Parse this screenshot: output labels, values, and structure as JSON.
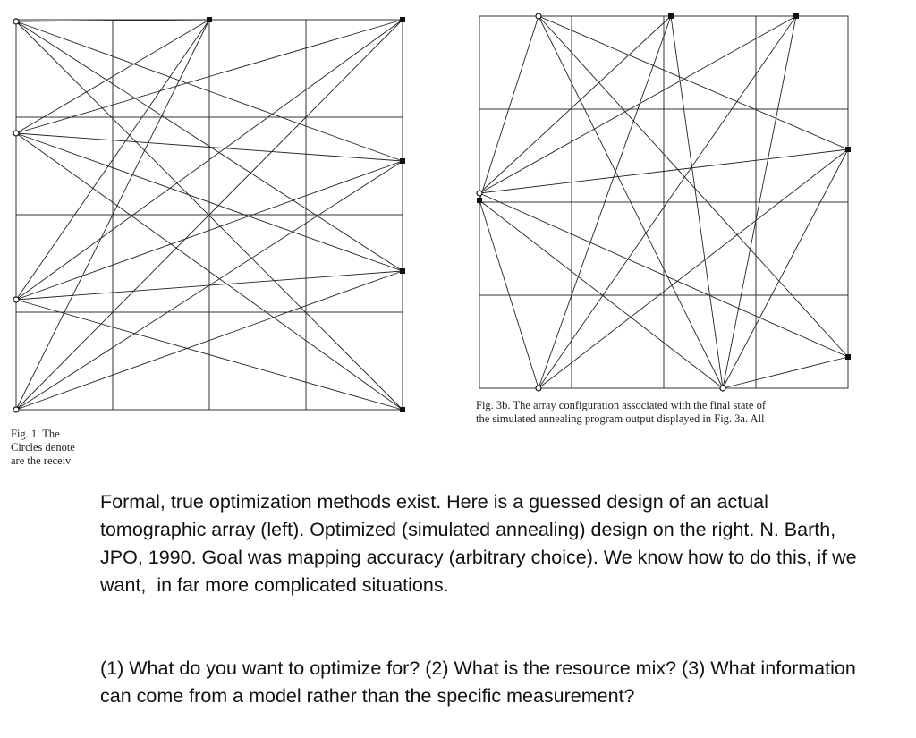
{
  "figures": {
    "left": {
      "caption_lines": [
        "Fig. 1. The",
        "Circles denote",
        "are the receiv"
      ],
      "grid_divisions": 4,
      "sources": [
        {
          "name": "source-circle"
        },
        {
          "name": "source-circle"
        },
        {
          "name": "source-circle"
        },
        {
          "name": "source-circle"
        }
      ],
      "receivers": [
        {
          "name": "receiver-square"
        },
        {
          "name": "receiver-square"
        },
        {
          "name": "receiver-square"
        },
        {
          "name": "receiver-square"
        },
        {
          "name": "receiver-square"
        }
      ]
    },
    "right": {
      "caption_lines": [
        "Fig. 3b. The array configuration associated with the final state of",
        "the simulated annealing program output displayed in Fig. 3a. All"
      ],
      "grid_divisions": 4
    }
  },
  "text": {
    "paragraph_1": "Formal, true optimization methods exist. Here is a guessed design of an actual  tomographic array (left). Optimized (simulated annealing) design on the right. N. Barth, JPO, 1990. Goal was mapping accuracy (arbitrary choice). We know how to do this, if we want,  in far more complicated situations.",
    "paragraph_2": "(1) What do you want to optimize for? (2) What is the resource mix? (3) What information can come from a model rather than the specific measurement?"
  }
}
